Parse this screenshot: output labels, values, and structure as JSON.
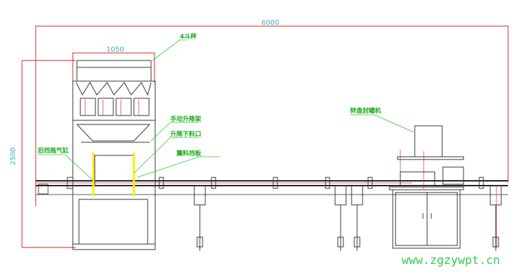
{
  "dimensions": {
    "total_length": "6000",
    "weigher_width": "1050",
    "height": "2500"
  },
  "labels": {
    "weigher": "4斗秤",
    "manual_lift_frame": "手动升降架",
    "lift_discharge": "升降下料口",
    "vibration_baffle": "震料挡板",
    "rear_bottle_cylinder": "后挡瓶气缸",
    "rotary_sealer": "转盘封罐机"
  },
  "watermark": "www.zgzywpt.cn",
  "colors": {
    "dimension": "#dd2222",
    "leader": "#22cc22",
    "line": "#333333",
    "highlight": "#ffee00"
  }
}
